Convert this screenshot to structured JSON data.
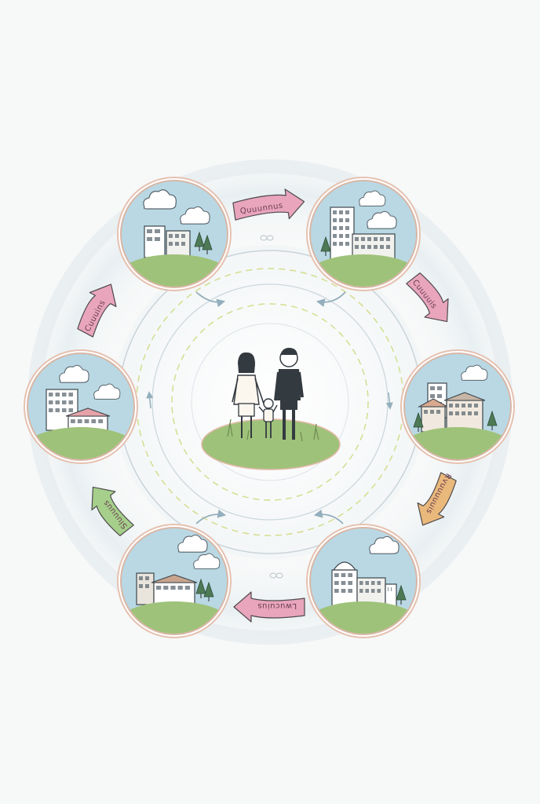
{
  "diagram": {
    "type": "circular-cycle",
    "center": {
      "subject": "family",
      "members": [
        "adult-woman",
        "adult-man",
        "child"
      ]
    },
    "nodes": [
      {
        "id": "node-top-left",
        "scene": "hospital-and-clinic-buildings",
        "clouds": 2
      },
      {
        "id": "node-top-right",
        "scene": "office-tower-and-school",
        "clouds": 2
      },
      {
        "id": "node-right",
        "scene": "town-buildings",
        "clouds": 1
      },
      {
        "id": "node-bottom-right",
        "scene": "domed-civic-building",
        "clouds": 1
      },
      {
        "id": "node-bottom-left",
        "scene": "house-and-factory",
        "clouds": 2
      },
      {
        "id": "node-left",
        "scene": "apartment-block-and-house",
        "clouds": 2
      }
    ],
    "arrows": [
      {
        "id": "arrow-1",
        "from": "node-top-left",
        "to": "node-top-right",
        "color": "#e8a5bb",
        "label": "Quuunnus"
      },
      {
        "id": "arrow-2",
        "from": "node-top-right",
        "to": "node-right",
        "color": "#e8a5bb",
        "label": "Cuuuuis"
      },
      {
        "id": "arrow-3",
        "from": "node-right",
        "to": "node-bottom-right",
        "color": "#e9b87b",
        "label": "Rvuuuuuis"
      },
      {
        "id": "arrow-4",
        "from": "node-bottom-right",
        "to": "node-bottom-left",
        "color": "#e8a5bb",
        "label": "Lwucuius"
      },
      {
        "id": "arrow-5",
        "from": "node-bottom-left",
        "to": "node-left",
        "color": "#a5cf8a",
        "label": "Sluuuus"
      },
      {
        "id": "arrow-6",
        "from": "node-left",
        "to": "node-top-left",
        "color": "#e8a5bb",
        "label": "Cuuuins"
      }
    ],
    "colors": {
      "sky": "#b9d8e4",
      "grass": "#9fc27a",
      "ring": "#d7dcdf",
      "dashed_ring": "#d4dd8e",
      "node_border": "#e5c1b0",
      "person_dark": "#333a40"
    }
  }
}
